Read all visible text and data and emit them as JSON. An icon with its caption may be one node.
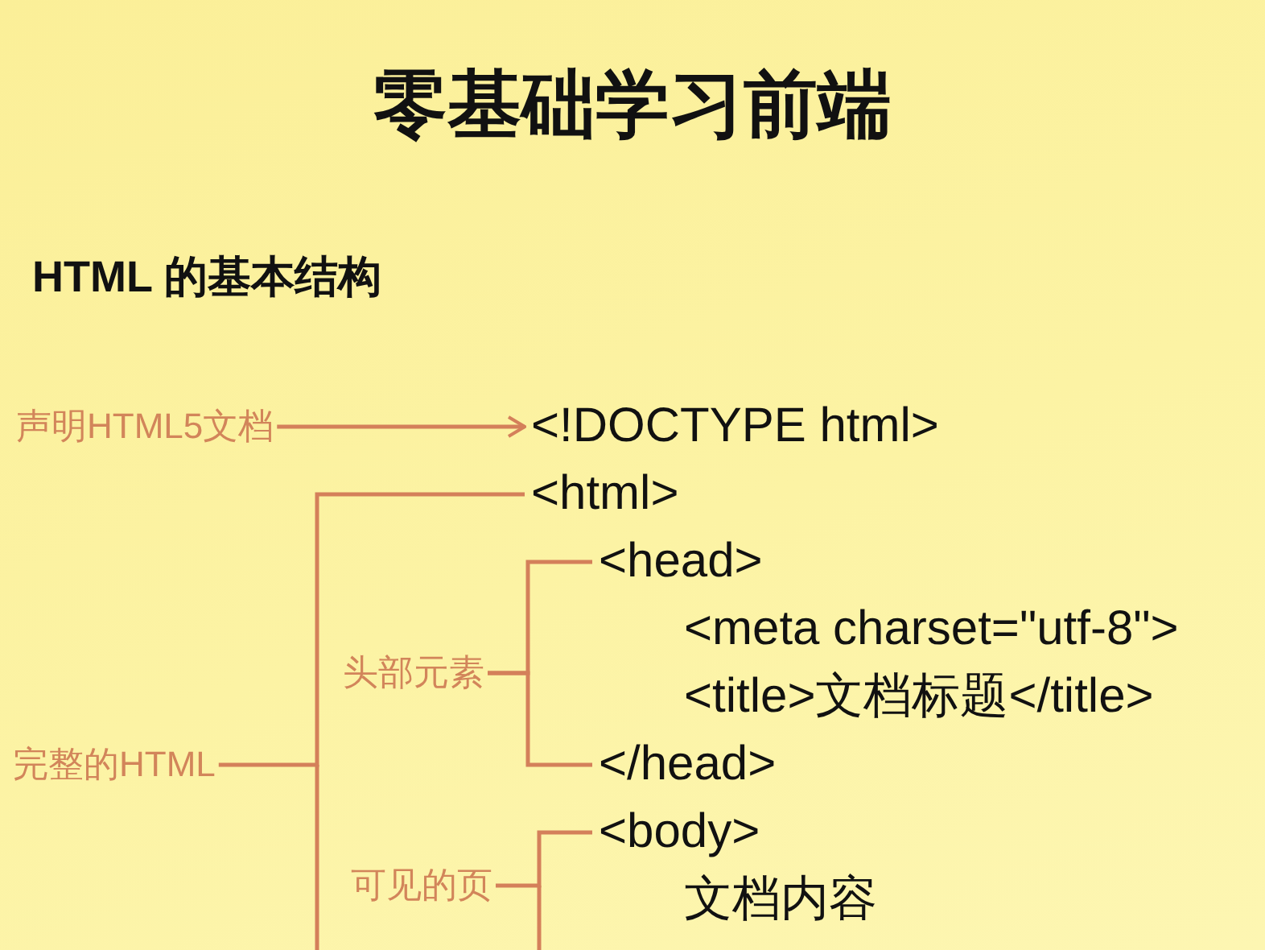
{
  "diagram": {
    "title": "零基础学习前端",
    "nodes": [
      {
        "text": [
          "声明HTML5文档"
        ]
      },
      {
        "text": [
          "<!DOCTYPE html>"
        ]
      },
      {
        "text": [
          "完整的HTML"
        ]
      },
      {
        "text": [
          "<html>"
        ]
      },
      {
        "text": [
          "头部元素"
        ]
      },
      {
        "text": [
          "<head>"
        ]
      },
      {
        "text": [
          "<meta charset=\"utf-8\">"
        ]
      },
      {
        "text": [
          "<title>文档标题</title>"
        ]
      },
      {
        "text": [
          "</head>"
        ]
      },
      {
        "text": [
          "可见的页"
        ]
      },
      {
        "text": [
          "<body>"
        ]
      },
      {
        "text": [
          "文档内容"
        ]
      }
    ],
    "edges": [
      {
        "from": 0,
        "to": 1,
        "arrow": "to"
      },
      {
        "from": 2,
        "to": 3,
        "arrow": "none"
      },
      {
        "from": 4,
        "to": 5,
        "arrow": "none"
      },
      {
        "from": 4,
        "to": 8,
        "arrow": "none"
      },
      {
        "from": 9,
        "to": 10,
        "arrow": "none"
      }
    ],
    "labels": [
      "HTML 的基本结构"
    ]
  }
}
